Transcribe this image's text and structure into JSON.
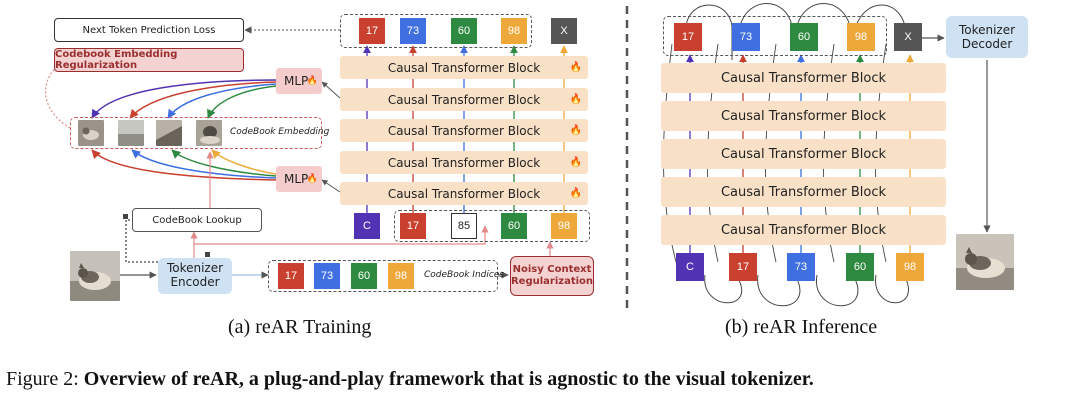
{
  "colors": {
    "token_red": "#c9402f",
    "token_blue": "#3f6fe0",
    "token_green": "#2f8a41",
    "token_yellow": "#eea83a",
    "token_purple": "#5233b4",
    "token_gray": "#555555",
    "block_fill": "#f9e1c8",
    "mlp_fill": "#f5cccc",
    "loss_fill": "#f5d2d2",
    "loss_border": "#9b2f2f",
    "encoder_fill": "#cfe2f3",
    "fire_color": "#e8581c"
  },
  "training": {
    "loss_label": "Next Token Prediction Loss",
    "reg_label": "Codebook Embedding Regularization",
    "mlp_top_label": "MLP",
    "mlp_bottom_label": "MLP",
    "fire_icon": "🔥",
    "block_label": "Causal Transformer Block",
    "output_tokens": [
      "17",
      "73",
      "60",
      "98"
    ],
    "output_end": "X",
    "codebook_embedding_label": "CodeBook Embedding",
    "codebook_lookup_label": "CodeBook Lookup",
    "encoder_label_line1": "Tokenizer",
    "encoder_label_line2": "Encoder",
    "codebook_indices_label": "CodeBook Indices",
    "indices_tokens": [
      "17",
      "73",
      "60",
      "98"
    ],
    "input_class": "C",
    "input_tokens": [
      "17",
      "85",
      "60",
      "98"
    ],
    "noisy_label_line1": "Noisy Context",
    "noisy_label_line2": "Regularization",
    "caption": "(a) reAR Training"
  },
  "inference": {
    "block_label": "Causal Transformer Block",
    "output_tokens": [
      "17",
      "73",
      "60",
      "98"
    ],
    "output_end": "X",
    "decoder_label_line1": "Tokenizer",
    "decoder_label_line2": "Decoder",
    "input_class": "C",
    "input_tokens": [
      "17",
      "73",
      "60",
      "98"
    ],
    "caption": "(b) reAR Inference"
  },
  "figure": {
    "prefix": "Figure 2: ",
    "title": "Overview of reAR, a plug-and-play framework that is agnostic to the visual tokenizer."
  }
}
